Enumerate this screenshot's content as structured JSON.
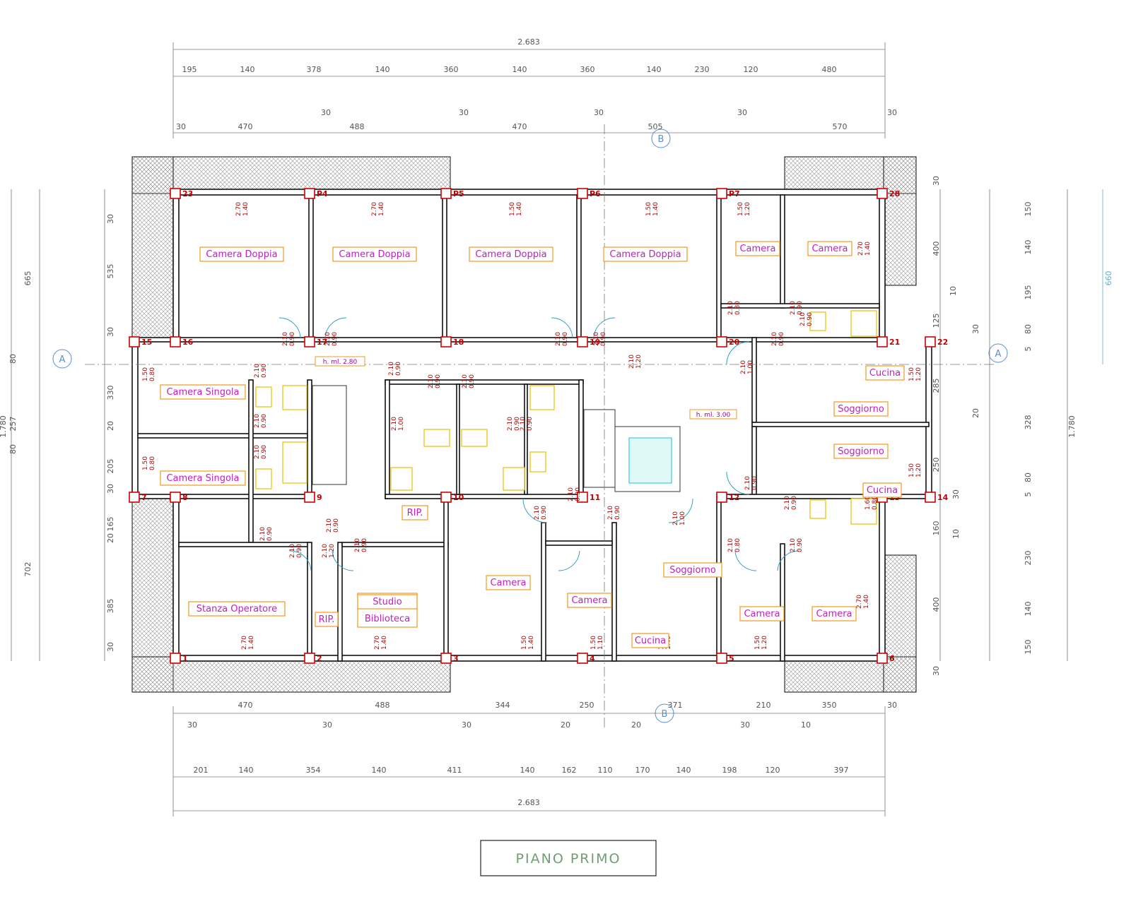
{
  "title": "PIANO PRIMO",
  "dims": {
    "overall_top": "2.683",
    "overall_bottom": "2.683",
    "top_row1": [
      "195",
      "140",
      "378",
      "140",
      "360",
      "140",
      "360",
      "140",
      "230",
      "120",
      "480"
    ],
    "top_row2": [
      "30",
      "470",
      "30",
      "488",
      "30",
      "470",
      "30",
      "505",
      "30",
      "570",
      "30"
    ],
    "bottom_row1": [
      "470",
      "488",
      "344",
      "250",
      "371",
      "210",
      "350",
      "30"
    ],
    "bottom_row1b": [
      "30",
      "30",
      "30",
      "20",
      "20",
      "30",
      "10"
    ],
    "bottom_row2": [
      "201",
      "140",
      "354",
      "140",
      "411",
      "140",
      "162",
      "110",
      "170",
      "140",
      "198",
      "120",
      "397"
    ],
    "left_outer": [
      "665",
      "1.780",
      "702"
    ],
    "left_mid": [
      "30",
      "535",
      "30",
      "330",
      "20",
      "205",
      "30",
      "165",
      "20",
      "385",
      "30"
    ],
    "left_inner": [
      "80",
      "257",
      "80"
    ],
    "right_outer": [
      "660",
      "1.780"
    ],
    "right_a": [
      "30",
      "400",
      "125",
      "285",
      "250",
      "160",
      "400",
      "30"
    ],
    "right_b": [
      "150",
      "140",
      "195",
      "80",
      "5",
      "328",
      "80",
      "5",
      "230",
      "140",
      "150"
    ],
    "right_small": [
      "10",
      "30",
      "20",
      "30",
      "10"
    ]
  },
  "axes": {
    "section_a": "A",
    "section_b": "B"
  },
  "rooms": [
    {
      "label": "Camera  Doppia"
    },
    {
      "label": "Camera  Doppia"
    },
    {
      "label": "Camera  Doppia"
    },
    {
      "label": "Camera  Doppia"
    },
    {
      "label": "Camera"
    },
    {
      "label": "Camera"
    },
    {
      "label": "Camera  Singola"
    },
    {
      "label": "Camera  Singola"
    },
    {
      "label": "Soggiorno"
    },
    {
      "label": "Soggiorno"
    },
    {
      "label": "Cucina"
    },
    {
      "label": "Cucina"
    },
    {
      "label": "RIP."
    },
    {
      "label": "Stanza  Operatore"
    },
    {
      "label": "RIP."
    },
    {
      "label": "Studio"
    },
    {
      "label": "Biblioteca"
    },
    {
      "label": "Camera"
    },
    {
      "label": "Camera"
    },
    {
      "label": "Soggiorno"
    },
    {
      "label": "Cucina"
    },
    {
      "label": "Camera"
    },
    {
      "label": "Camera"
    }
  ],
  "heights": [
    "h.  ml.  2.80",
    "h.  ml.  3.00"
  ],
  "columns": [
    "23",
    "P4",
    "P5",
    "P6",
    "P7",
    "28",
    "15",
    "16",
    "17",
    "18",
    "19",
    "20",
    "21",
    "22",
    "7",
    "8",
    "9",
    "10",
    "11",
    "12",
    "13",
    "14",
    "1",
    "2",
    "3",
    "4",
    "5",
    "6"
  ],
  "openings": [
    {
      "a": "2.70",
      "b": "1.40"
    },
    {
      "a": "2.70",
      "b": "1.40"
    },
    {
      "a": "1.50",
      "b": "1.40"
    },
    {
      "a": "1.50",
      "b": "1.40"
    },
    {
      "a": "1.50",
      "b": "1.20"
    },
    {
      "a": "2.70",
      "b": "1.40"
    },
    {
      "a": "2.10",
      "b": "0.90"
    },
    {
      "a": "2.10",
      "b": "0.90"
    },
    {
      "a": "2.10",
      "b": "0.90"
    },
    {
      "a": "2.10",
      "b": "0.90"
    },
    {
      "a": "2.10",
      "b": "0.80"
    },
    {
      "a": "2.10",
      "b": "0.90"
    },
    {
      "a": "2.10",
      "b": "0.90"
    },
    {
      "a": "1.50",
      "b": "0.80"
    },
    {
      "a": "2.10",
      "b": "0.90"
    },
    {
      "a": "2.10",
      "b": "1.20"
    },
    {
      "a": "2.10",
      "b": "1.00"
    },
    {
      "a": "2.10",
      "b": "0.90"
    },
    {
      "a": "1.50",
      "b": "1.20"
    },
    {
      "a": "2.10",
      "b": "0.90"
    },
    {
      "a": "2.10",
      "b": "0.90"
    },
    {
      "a": "1.50",
      "b": "0.80"
    },
    {
      "a": "2.10",
      "b": "0.90"
    },
    {
      "a": "2.10",
      "b": "1.00"
    },
    {
      "a": "1.50",
      "b": "1.20"
    },
    {
      "a": "2.10",
      "b": "0.90"
    },
    {
      "a": "1.60",
      "b": "0.80"
    },
    {
      "a": "2.10",
      "b": "0.90"
    },
    {
      "a": "2.10",
      "b": "0.90"
    },
    {
      "a": "2.10",
      "b": "0.90"
    },
    {
      "a": "2.10",
      "b": "0.90"
    },
    {
      "a": "2.10",
      "b": "0.90"
    },
    {
      "a": "2.10",
      "b": "1.20"
    },
    {
      "a": "2.10",
      "b": "0.90"
    },
    {
      "a": "2.10",
      "b": "0.90"
    },
    {
      "a": "2.10",
      "b": "0.90"
    },
    {
      "a": "2.10",
      "b": "1.00"
    },
    {
      "a": "2.10",
      "b": "0.80"
    },
    {
      "a": "2.10",
      "b": "0.90"
    },
    {
      "a": "2.70",
      "b": "1.40"
    },
    {
      "a": "2.70",
      "b": "1.40"
    },
    {
      "a": "2.70",
      "b": "1.40"
    },
    {
      "a": "1.50",
      "b": "1.40"
    },
    {
      "a": "1.50",
      "b": "1.10"
    },
    {
      "a": "1.50",
      "b": "1.40"
    },
    {
      "a": "1.50",
      "b": "1.20"
    },
    {
      "a": "2.10",
      "b": "0.90"
    },
    {
      "a": "2.10",
      "b": "0.90"
    },
    {
      "a": "2.10",
      "b": "0.90"
    },
    {
      "a": "2.10",
      "b": "0.90"
    }
  ],
  "colors": {
    "wall": "#111111",
    "room_label": "#c020c0",
    "room_box": "#f09a20",
    "column": "#d00000",
    "door": "#30a0c0",
    "fixture": "#e6c000",
    "title": "#6fa070",
    "axis_label": "#5b8fd0"
  }
}
